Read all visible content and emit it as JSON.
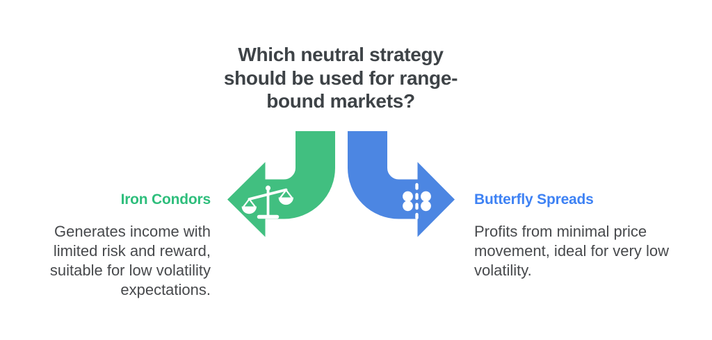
{
  "title": {
    "lines": [
      "Which neutral strategy",
      "should be used for range-",
      "bound markets?"
    ]
  },
  "left_branch": {
    "heading": "Iron Condors",
    "icon": "scales-icon",
    "description_lines": [
      "Generates income with",
      "limited risk and reward,",
      "suitable for low volatility",
      "expectations."
    ]
  },
  "right_branch": {
    "heading": "Butterfly Spreads",
    "icon": "butterfly-icon",
    "description_lines": [
      "Profits from minimal price",
      "movement, ideal for very low",
      "volatility."
    ]
  },
  "colors": {
    "green_arrow": "#41BF80",
    "green_heading": "#2EBE7C",
    "blue_arrow": "#4C86E2",
    "blue_heading": "#3E82F4",
    "title_text": "#3E4347",
    "body_text": "#47494C",
    "icon": "#FFFFFF"
  }
}
